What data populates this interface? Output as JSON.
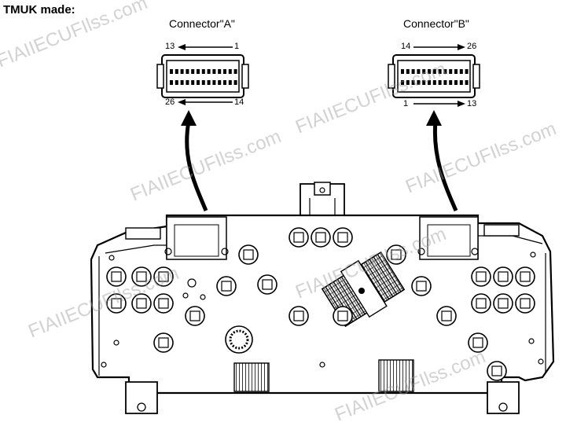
{
  "header": {
    "title": "TMUK made:"
  },
  "connectors": {
    "a": {
      "label": "Connector\"A\"",
      "pin_top_left": "13",
      "pin_top_right": "1",
      "pin_bottom_left": "26",
      "pin_bottom_right": "14"
    },
    "b": {
      "label": "Connector\"B\"",
      "pin_top_left": "14",
      "pin_top_right": "26",
      "pin_bottom_left": "1",
      "pin_bottom_right": "13"
    }
  },
  "watermark": {
    "text": "FIAIIECUFIlss.com"
  }
}
